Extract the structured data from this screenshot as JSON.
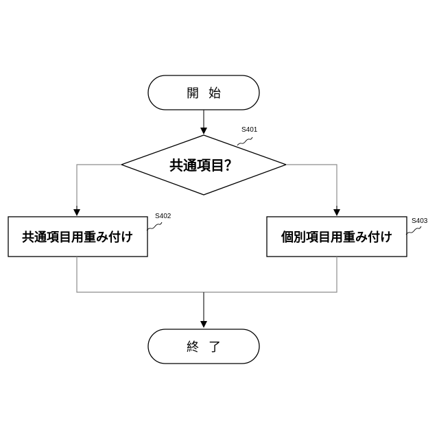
{
  "diagram": {
    "start_label": "開始",
    "decision_label": "共通項目？",
    "left_process_label": "共通項目用重み付け",
    "right_process_label": "個別項目用重み付け",
    "end_label": "終了",
    "step_decision": "S401",
    "step_left": "S402",
    "step_right": "S403"
  }
}
